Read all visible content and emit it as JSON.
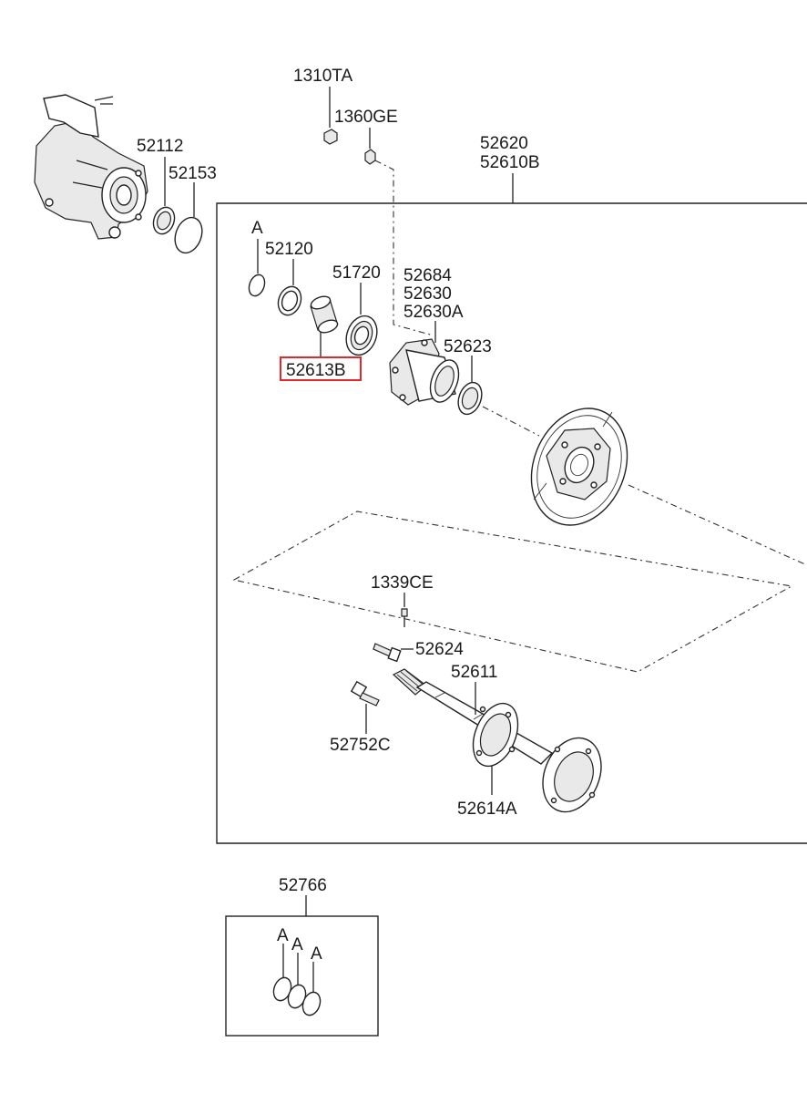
{
  "highlight_color": "#e0282e",
  "labels": {
    "p1310TA": "1310TA",
    "p1360GE": "1360GE",
    "p52620": "52620",
    "p52610B": "52610B",
    "p52112": "52112",
    "p52153": "52153",
    "pA_top": "A",
    "p52120": "52120",
    "p51720": "51720",
    "p52684": "52684",
    "p52630": "52630",
    "p52630A": "52630A",
    "p52623": "52623",
    "p52613B": "52613B",
    "p1339CE": "1339CE",
    "p52624": "52624",
    "p52611": "52611",
    "p52752C": "52752C",
    "p52614A": "52614A",
    "p52766": "52766",
    "pA_kit1": "A",
    "pA_kit2": "A",
    "pA_kit3": "A"
  },
  "icons": {
    "knuckle": "steering-knuckle-icon",
    "seal": "oil-seal-icon",
    "o_ring": "o-ring-icon",
    "snap_ring": "snap-ring-icon",
    "spacer": "spacer-icon",
    "collar": "collar-icon",
    "bearing": "ball-bearing-icon",
    "housing": "bearing-housing-icon",
    "backing_plate": "backing-plate-icon",
    "axle_shaft": "axle-shaft-icon",
    "bolt": "bolt-icon",
    "nut": "nut-icon"
  }
}
